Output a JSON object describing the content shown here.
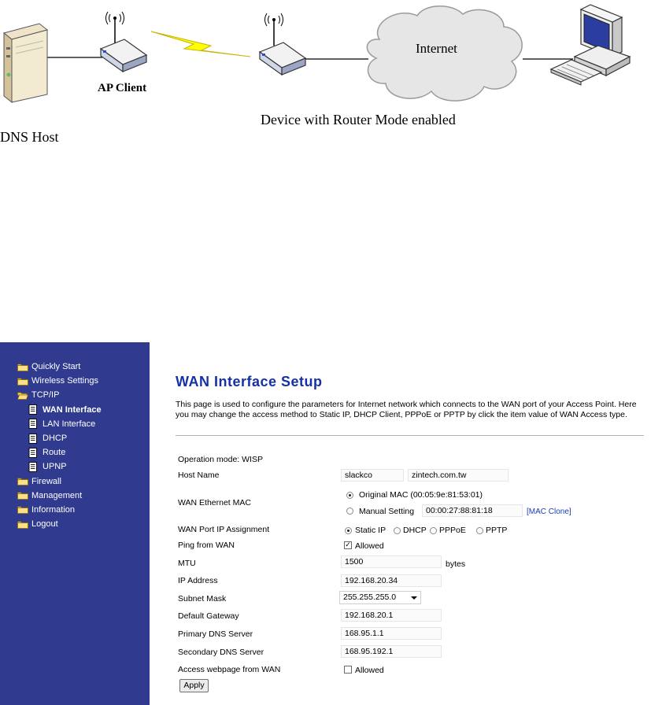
{
  "diagram": {
    "ap_client_label": "AP Client",
    "internet_label": "Internet",
    "router_label": "Device with Router Mode enabled",
    "dns_host_label": "DNS Host"
  },
  "sidebar": {
    "items": [
      {
        "label": "Quickly Start",
        "icon": "folder-icon",
        "level": 0
      },
      {
        "label": "Wireless Settings",
        "icon": "folder-icon",
        "level": 0
      },
      {
        "label": "TCP/IP",
        "icon": "folder-open-icon",
        "level": 0
      },
      {
        "label": "WAN Interface",
        "icon": "page-icon",
        "level": 1,
        "active": true
      },
      {
        "label": "LAN Interface",
        "icon": "page-icon",
        "level": 1
      },
      {
        "label": "DHCP",
        "icon": "page-icon",
        "level": 1
      },
      {
        "label": "Route",
        "icon": "page-icon",
        "level": 1
      },
      {
        "label": "UPNP",
        "icon": "page-icon",
        "level": 1
      },
      {
        "label": "Firewall",
        "icon": "folder-icon",
        "level": 0
      },
      {
        "label": "Management",
        "icon": "folder-icon",
        "level": 0
      },
      {
        "label": "Information",
        "icon": "folder-icon",
        "level": 0
      },
      {
        "label": "Logout",
        "icon": "folder-icon",
        "level": 0
      }
    ]
  },
  "page": {
    "title": "WAN Interface Setup",
    "description": "This page is used to configure the parameters for Internet network which connects to the WAN port of your Access Point. Here you may change the access method to Static IP, DHCP Client, PPPoE or PPTP by click the item value of WAN Access type."
  },
  "form": {
    "operation_mode": "Operation mode: WISP",
    "host_name_label": "Host Name",
    "host_name_value": "slackco",
    "domain_value": "zintech.com.tw",
    "wan_mac_label": "WAN Ethernet MAC",
    "original_mac_label": "Original MAC (00:05:9e:81:53:01)",
    "manual_setting_label": "Manual Setting",
    "manual_mac_value": "00:00:27:88:81:18",
    "mac_clone_link": "[MAC Clone]",
    "ip_assignment_label": "WAN Port IP Assignment",
    "ip_options": [
      "Static IP",
      "DHCP",
      "PPPoE",
      "PPTP"
    ],
    "ping_label": "Ping from WAN",
    "ping_checkbox_label": "Allowed",
    "mtu_label": "MTU",
    "mtu_value": "1500",
    "mtu_unit": "bytes",
    "ip_address_label": "IP Address",
    "ip_address_value": "192.168.20.34",
    "subnet_label": "Subnet Mask",
    "subnet_value": "255.255.255.0",
    "gateway_label": "Default Gateway",
    "gateway_value": "192.168.20.1",
    "primary_dns_label": "Primary DNS Server",
    "primary_dns_value": "168.95.1.1",
    "secondary_dns_label": "Secondary DNS Server",
    "secondary_dns_value": "168.95.192.1",
    "access_web_label": "Access webpage from WAN",
    "access_web_checkbox_label": "Allowed",
    "apply_label": "Apply"
  },
  "colors": {
    "sidebar_bg": "#303a8e",
    "title_color": "#1531a8",
    "link_color": "#1a3fb0"
  }
}
